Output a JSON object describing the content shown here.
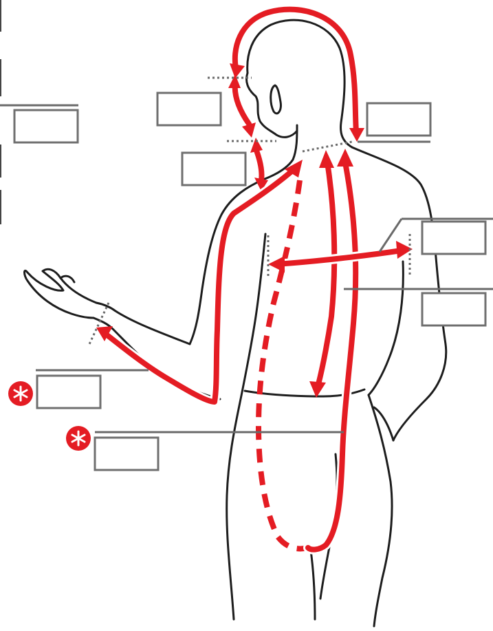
{
  "diagram": {
    "accent_color": "#e41c23",
    "outline_color": "#1d1d1d",
    "box_border_color": "#6f6f6f",
    "measurement_fields": [
      {
        "id": "crown-to-forehead",
        "value": ""
      },
      {
        "id": "forehead-to-neck",
        "value": ""
      },
      {
        "id": "front-neck",
        "value": ""
      },
      {
        "id": "head-over-top",
        "value": ""
      },
      {
        "id": "shoulder-width",
        "value": ""
      },
      {
        "id": "back-length",
        "value": ""
      },
      {
        "id": "arm-length",
        "value": ""
      },
      {
        "id": "neck-to-hem",
        "value": ""
      },
      {
        "id": "left-side-field",
        "value": ""
      }
    ],
    "required_marker_icon": "asterisk-icon",
    "required_fields": [
      "arm-length",
      "neck-to-hem"
    ]
  }
}
